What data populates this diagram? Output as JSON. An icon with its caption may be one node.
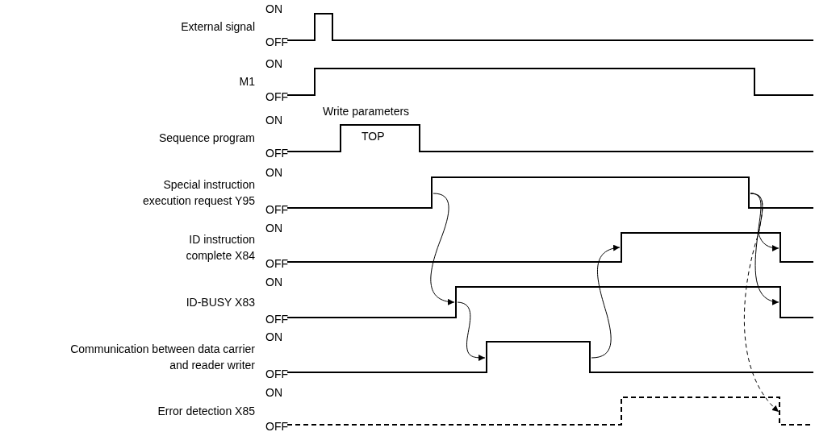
{
  "diagram": {
    "nodes": [
      {
        "text": [
          "External signal"
        ],
        "beside": [
          "ON",
          "OFF"
        ]
      },
      {
        "text": [
          "M1"
        ],
        "beside": [
          "ON",
          "OFF"
        ]
      },
      {
        "text": [
          "Sequence program"
        ],
        "beside": [
          "ON",
          "OFF",
          "Write parameters",
          "TOP"
        ]
      },
      {
        "text": [
          "Special instruction execution request Y95"
        ],
        "beside": [
          "ON",
          "OFF"
        ]
      },
      {
        "text": [
          "ID instruction complete X84"
        ],
        "beside": [
          "ON",
          "OFF"
        ]
      },
      {
        "text": [
          "ID-BUSY X83"
        ],
        "beside": [
          "ON",
          "OFF"
        ]
      },
      {
        "text": [
          "Communication between data carrier and reader writer"
        ],
        "beside": [
          "ON",
          "OFF"
        ]
      },
      {
        "text": [
          "Error detection X85"
        ],
        "beside": [
          "ON",
          "OFF"
        ]
      }
    ],
    "edges": [
      {
        "from": 3,
        "to": 5,
        "arrow": "to"
      },
      {
        "from": 5,
        "to": 6,
        "arrow": "to"
      },
      {
        "from": 6,
        "to": 4,
        "arrow": "to"
      },
      {
        "from": 3,
        "to": 4,
        "arrow": "to"
      },
      {
        "from": 3,
        "to": 5,
        "arrow": "to"
      },
      {
        "from": 3,
        "to": 7,
        "arrow": "to",
        "style": "dashed"
      }
    ]
  }
}
